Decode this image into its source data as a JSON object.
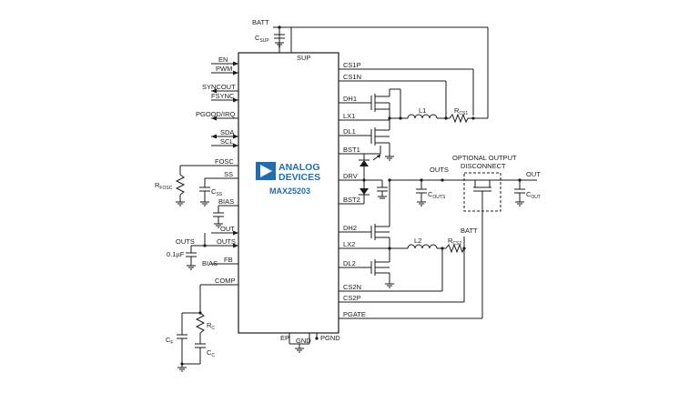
{
  "ic": {
    "logo_line1": "ANALOG",
    "logo_line2": "DEVICES",
    "part_number": "MAX25203",
    "pins_left": {
      "en": "EN",
      "pwm": "PWM",
      "syncout": "SYNCOUT",
      "fsync": "FSYNC",
      "pgood": "PGOOD/IRQ",
      "sda": "SDA",
      "scl": "SCL",
      "fosc": "FOSC",
      "ss": "SS",
      "bias": "BIAS",
      "out": "OUT",
      "outs": "OUTS",
      "fb": "FB",
      "comp": "COMP"
    },
    "pins_right": {
      "cs1p": "CS1P",
      "cs1n": "CS1N",
      "dh1": "DH1",
      "lx1": "LX1",
      "dl1": "DL1",
      "bst1": "BST1",
      "drv": "DRV",
      "bst2": "BST2",
      "dh2": "DH2",
      "lx2": "LX2",
      "dl2": "DL2",
      "cs2n": "CS2N",
      "cs2p": "CS2P",
      "pgate": "PGATE"
    },
    "pins_top": {
      "sup": "SUP"
    },
    "pins_bottom": {
      "ep": "EP",
      "gnd": "GND",
      "pgnd": "PGND"
    }
  },
  "components": {
    "batt_top": "BATT",
    "csup_main": "C",
    "csup_sub": "SUP",
    "rfosc_main": "R",
    "rfosc_sub": "FOSC",
    "css_main": "C",
    "css_sub": "SS",
    "cap_value": "0.1µF",
    "outs_left": "OUTS",
    "bias_fb": "BIAS",
    "rc_main": "R",
    "rc_sub": "C",
    "cf_main": "C",
    "cf_sub": "F",
    "cc_main": "C",
    "cc_sub": "C",
    "l1": "L1",
    "rcs1_main": "R",
    "rcs1_sub": "CS1",
    "l2": "L2",
    "rcs2_main": "R",
    "rcs2_sub": "CS2",
    "outs_right": "OUTS",
    "couts_main": "C",
    "couts_sub": "OUTS",
    "cout_main": "C",
    "cout_sub": "OUT",
    "optional_line1": "OPTIONAL OUTPUT",
    "optional_line2": "DISCONNECT",
    "out_label": "OUT",
    "batt_right": "BATT"
  },
  "colors": {
    "brand_blue": "#1f6db5",
    "wire": "#1a1a1a"
  }
}
